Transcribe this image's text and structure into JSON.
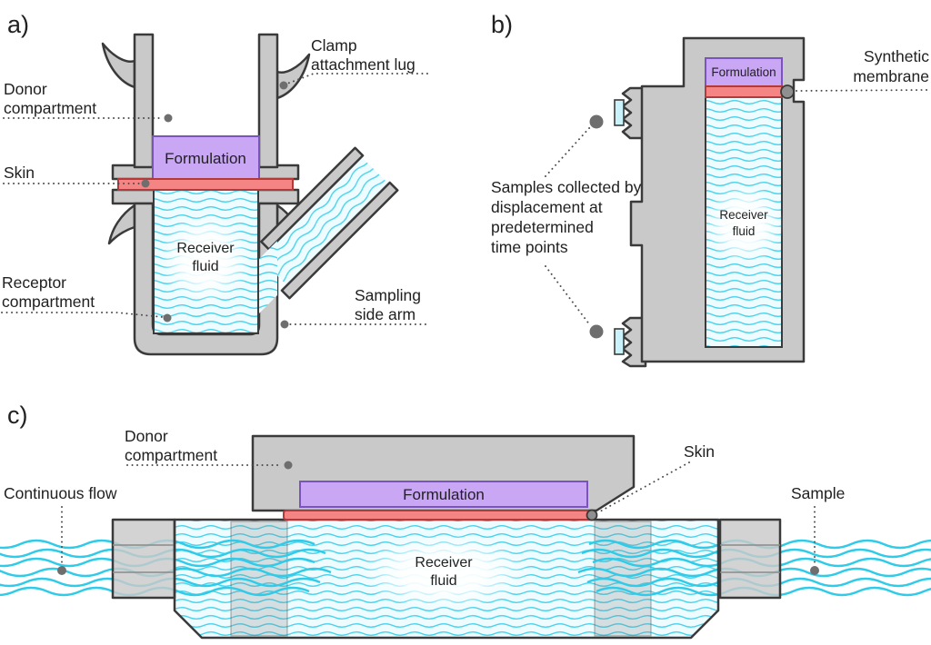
{
  "colors": {
    "body_gray": "#c9c9c9",
    "outline": "#3a3a3a",
    "formulation_fill": "#c9a7f5",
    "formulation_stroke": "#7a53c1",
    "skin_fill": "#f58585",
    "skin_stroke": "#b23a3a",
    "fluid_bg": "#effcff",
    "fluid_wave": "#4ad4ec",
    "flow_line": "#2fcbe8",
    "port_cyan": "#c9f2fb",
    "leader": "#4a4a4a",
    "dot": "#6e6e6e",
    "cap_gray": "#8f8f8f",
    "text": "#212121"
  },
  "panel_a": {
    "letter": "a)",
    "formulation": "Formulation",
    "receiver_fluid": [
      "Receiver",
      "fluid"
    ],
    "labels": {
      "clamp": [
        "Clamp",
        "attachment lug"
      ],
      "donor": [
        "Donor",
        "compartment"
      ],
      "skin": "Skin",
      "receptor": [
        "Receptor",
        "compartment"
      ],
      "side_arm": [
        "Sampling",
        "side arm"
      ]
    }
  },
  "panel_b": {
    "letter": "b)",
    "formulation": "Formulation",
    "receiver_fluid": [
      "Receiver",
      "fluid"
    ],
    "labels": {
      "membrane": [
        "Synthetic",
        "membrane"
      ],
      "samples": [
        "Samples collected by",
        "displacement at",
        "predetermined",
        "time points"
      ]
    }
  },
  "panel_c": {
    "letter": "c)",
    "formulation": "Formulation",
    "receiver_fluid": [
      "Receiver",
      "fluid"
    ],
    "labels": {
      "donor": [
        "Donor",
        "compartment"
      ],
      "skin": "Skin",
      "continuous_flow": "Continuous flow",
      "sample": "Sample"
    }
  }
}
